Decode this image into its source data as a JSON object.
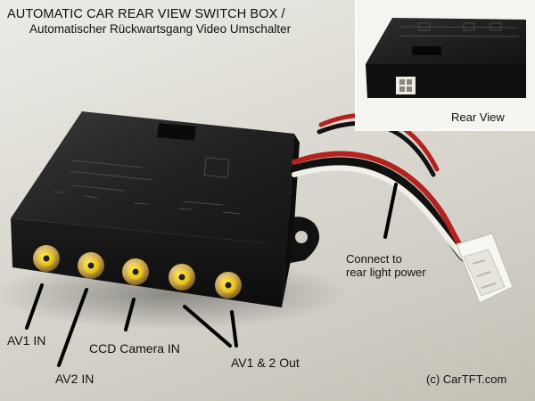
{
  "image": {
    "title_line1": "AUTOMATIC CAR REAR VIEW SWITCH BOX /",
    "title_line2": "Automatischer Rückwartsgang Video Umschalter",
    "inset_caption": "Rear View",
    "power_label_line1": "Connect to",
    "power_label_line2": "rear light power",
    "labels": {
      "av1_in": "AV1 IN",
      "av2_in": "AV2 IN",
      "ccd_camera_in": "CCD Camera IN",
      "av_out": "AV1 & 2 Out"
    },
    "copyright": "(c) CarTFT.com"
  },
  "colors": {
    "box": "#151515",
    "rca_gold": "#c9a24a",
    "rca_yellow": "#f2d21c",
    "wire_red": "#b5211d",
    "wire_white": "#f0efe9",
    "connector": "#f7f7f2"
  }
}
